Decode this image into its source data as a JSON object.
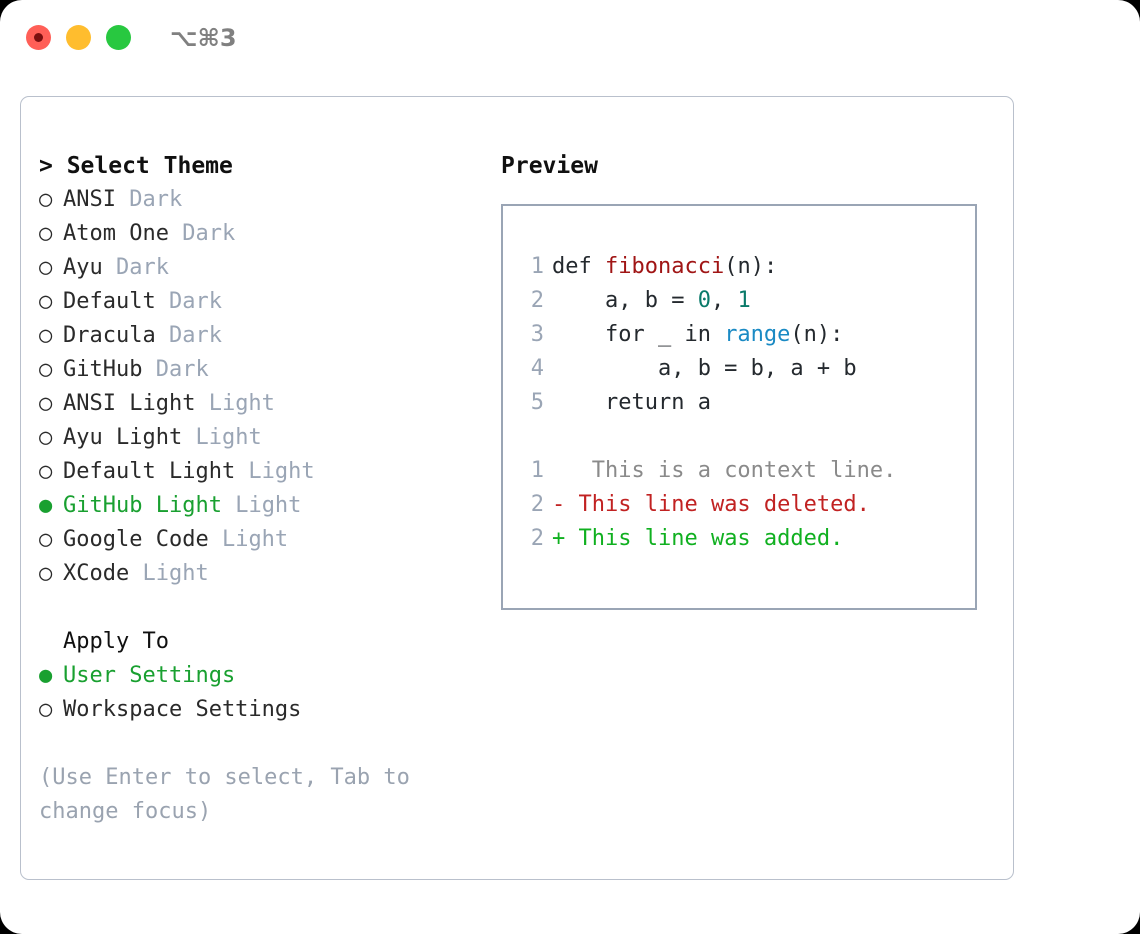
{
  "titlebar": {
    "shortcut": "⌥⌘3",
    "lights": [
      "close",
      "minimize",
      "maximize"
    ]
  },
  "theme_picker": {
    "header": "> Select Theme",
    "items": [
      {
        "marker": "○",
        "name": "ANSI",
        "variant": "Dark",
        "selected": false
      },
      {
        "marker": "○",
        "name": "Atom One",
        "variant": "Dark",
        "selected": false
      },
      {
        "marker": "○",
        "name": "Ayu",
        "variant": "Dark",
        "selected": false
      },
      {
        "marker": "○",
        "name": "Default",
        "variant": "Dark",
        "selected": false
      },
      {
        "marker": "○",
        "name": "Dracula",
        "variant": "Dark",
        "selected": false
      },
      {
        "marker": "○",
        "name": "GitHub",
        "variant": "Dark",
        "selected": false
      },
      {
        "marker": "○",
        "name": "ANSI Light",
        "variant": "Light",
        "selected": false
      },
      {
        "marker": "○",
        "name": "Ayu Light",
        "variant": "Light",
        "selected": false
      },
      {
        "marker": "○",
        "name": "Default Light",
        "variant": "Light",
        "selected": false
      },
      {
        "marker": "●",
        "name": "GitHub Light",
        "variant": "Light",
        "selected": true
      },
      {
        "marker": "○",
        "name": "Google Code",
        "variant": "Light",
        "selected": false
      },
      {
        "marker": "○",
        "name": "XCode",
        "variant": "Light",
        "selected": false
      }
    ]
  },
  "apply_to": {
    "title": "Apply To",
    "items": [
      {
        "marker": "●",
        "name": "User Settings",
        "selected": true
      },
      {
        "marker": "○",
        "name": "Workspace Settings",
        "selected": false
      }
    ]
  },
  "hint": "(Use Enter to select, Tab to change focus)",
  "preview": {
    "title": "Preview",
    "code_lines": [
      {
        "num": "1",
        "tokens": [
          {
            "t": "def ",
            "c": "plain"
          },
          {
            "t": "fibonacci",
            "c": "fn"
          },
          {
            "t": "(n):",
            "c": "plain"
          }
        ]
      },
      {
        "num": "2",
        "tokens": [
          {
            "t": "    a, b = ",
            "c": "plain"
          },
          {
            "t": "0",
            "c": "num"
          },
          {
            "t": ", ",
            "c": "plain"
          },
          {
            "t": "1",
            "c": "num"
          }
        ]
      },
      {
        "num": "3",
        "tokens": [
          {
            "t": "    for _ in ",
            "c": "plain"
          },
          {
            "t": "range",
            "c": "blue"
          },
          {
            "t": "(n):",
            "c": "plain"
          }
        ]
      },
      {
        "num": "4",
        "tokens": [
          {
            "t": "        a, b = b, a + b",
            "c": "plain"
          }
        ]
      },
      {
        "num": "5",
        "tokens": [
          {
            "t": "    return a",
            "c": "plain"
          }
        ]
      }
    ],
    "diff_lines": [
      {
        "num": "1",
        "marker": " ",
        "text": "  This is a context line.",
        "kind": "ctx"
      },
      {
        "num": "2",
        "marker": "-",
        "text": " This line was deleted.",
        "kind": "del"
      },
      {
        "num": "2",
        "marker": "+",
        "text": " This line was added.",
        "kind": "add"
      }
    ]
  },
  "colors": {
    "accent_green": "#19a030",
    "muted": "#9aa5b5",
    "function": "#a01515",
    "number": "#0a7a6a",
    "keyword_blue": "#1a8ac4",
    "diff_delete": "#c12222",
    "diff_add": "#10b020",
    "border": "#b9c0cc"
  }
}
